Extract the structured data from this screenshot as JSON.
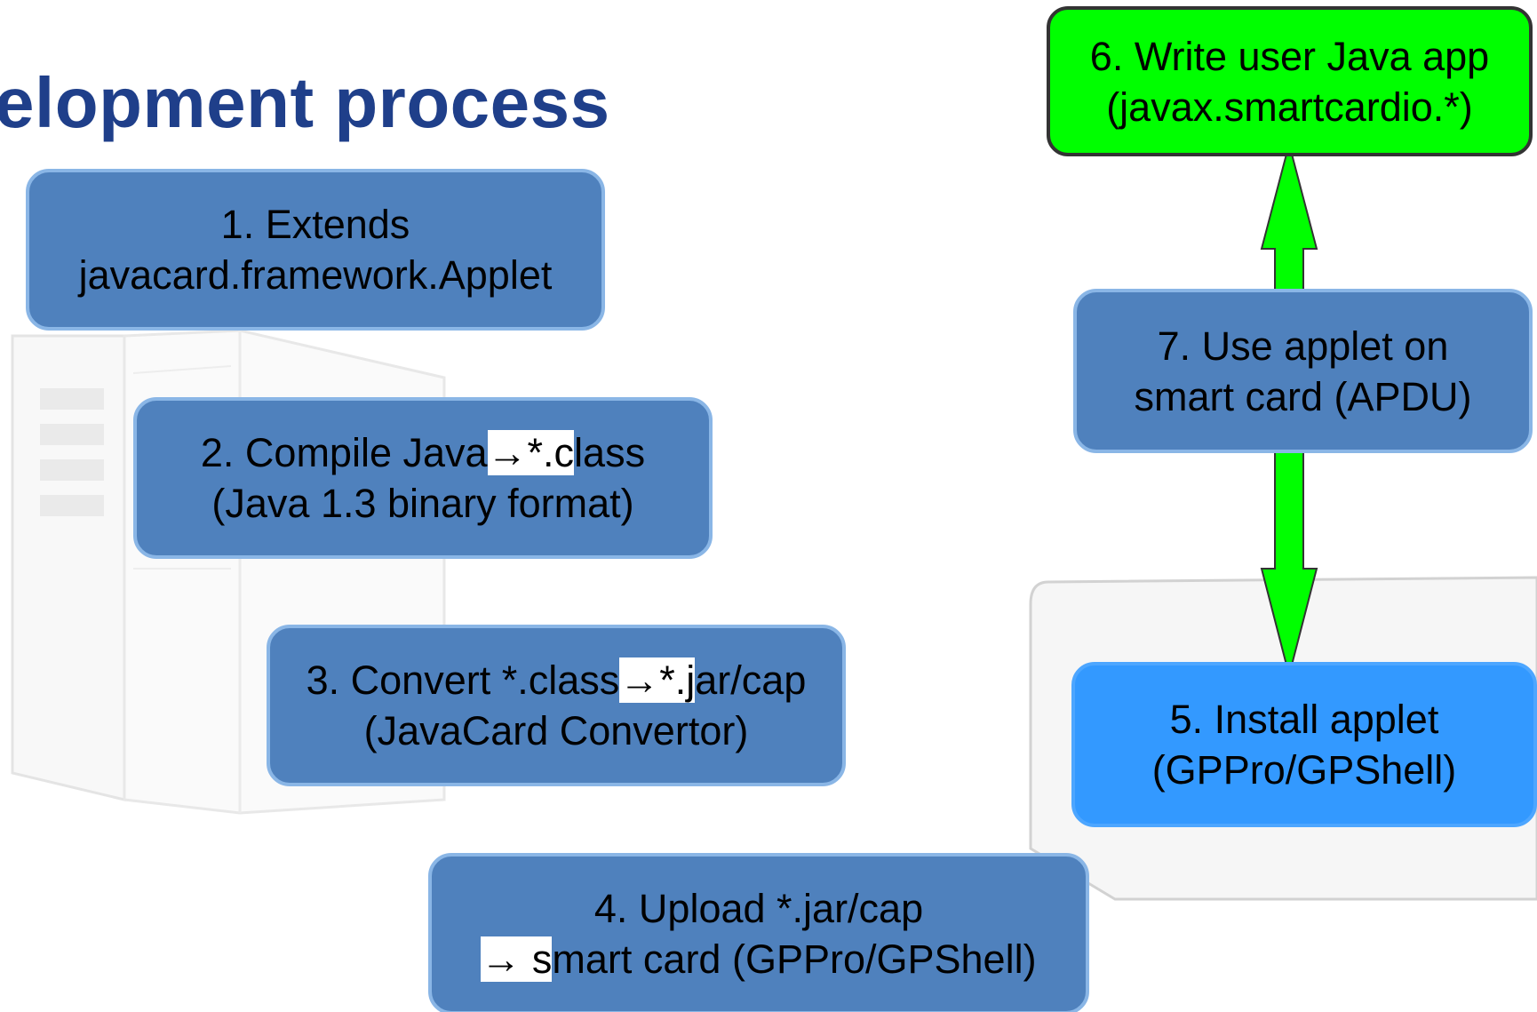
{
  "slide": {
    "title": "elopment process",
    "arrow_color": "#00ff00",
    "steps": {
      "s1": {
        "line1": "1.   Extends",
        "line2": "javacard.framework.Applet"
      },
      "s2": {
        "line1_pre": "2. Compile Java",
        "line1_hl": "→*.c",
        "line1_post": "lass",
        "line2": "(Java 1.3 binary format)"
      },
      "s3": {
        "line1_pre": "3. Convert *.class",
        "line1_hl": "→*.j",
        "line1_post": "ar/cap",
        "line2": "(JavaCard Convertor)"
      },
      "s4": {
        "line1": "4. Upload *.jar/cap",
        "line2_hl": "→ s",
        "line2_post": "mart card (GPPro/GPShell)"
      },
      "s5": {
        "line1": "5. Install applet",
        "line2": "(GPPro/GPShell)"
      },
      "s6": {
        "line1": "6. Write user Java app",
        "line2": "(javax.smartcardio.*)"
      },
      "s7": {
        "line1": "7. Use applet on",
        "line2": "smart card (APDU)"
      }
    }
  }
}
